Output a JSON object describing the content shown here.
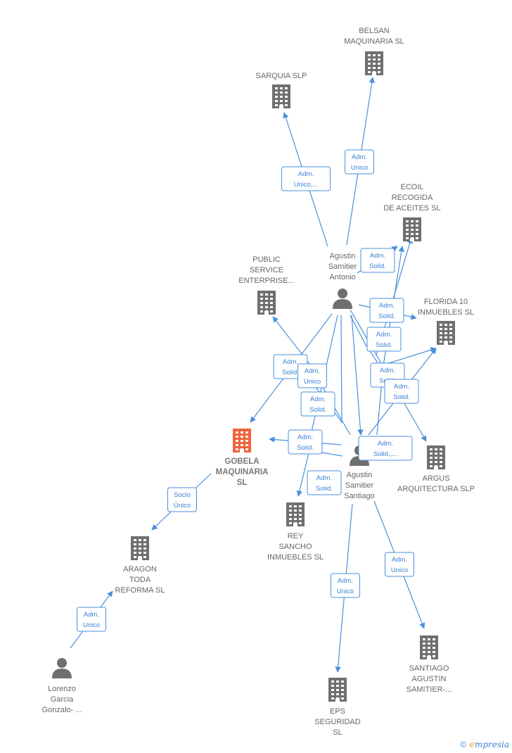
{
  "colors": {
    "edge": "#4a8fdb",
    "building": "#6f6f6f",
    "focus": "#f0623a",
    "person": "#6f6f6f",
    "badge_text": "#3b7fd4"
  },
  "nodes": [
    {
      "id": "belsan",
      "kind": "company",
      "label": [
        "BELSAN",
        "MAQUINARIA SL"
      ]
    },
    {
      "id": "sarquia",
      "kind": "company",
      "label": [
        "SARQUIA SLP"
      ]
    },
    {
      "id": "ecoil",
      "kind": "company",
      "label": [
        "ECOIL",
        "RECOGIDA",
        "DE ACEITES SL"
      ]
    },
    {
      "id": "agustin_antonio",
      "kind": "person",
      "label": [
        "Agustin",
        "Samitier",
        "Antonio"
      ]
    },
    {
      "id": "public_service",
      "kind": "company",
      "label": [
        "PUBLIC",
        "SERVICE",
        "ENTERPRISE..."
      ]
    },
    {
      "id": "florida10",
      "kind": "company",
      "label": [
        "FLORIDA 10",
        "INMUEBLES SL"
      ]
    },
    {
      "id": "gobela",
      "kind": "company",
      "focus": true,
      "label": [
        "GOBELA",
        "MAQUINARIA",
        "SL"
      ]
    },
    {
      "id": "agustin_santiago",
      "kind": "person",
      "label": [
        "Agustin",
        "Samitier",
        "Santiago"
      ]
    },
    {
      "id": "argus",
      "kind": "company",
      "label": [
        "ARGUS",
        "ARQUITECTURA SLP"
      ]
    },
    {
      "id": "rey_sancho",
      "kind": "company",
      "label": [
        "REY",
        "SANCHO",
        "INMUEBLES SL"
      ]
    },
    {
      "id": "aragon",
      "kind": "company",
      "label": [
        "ARAGON",
        "TODA",
        "REFORMA  SL"
      ]
    },
    {
      "id": "lorenzo",
      "kind": "person",
      "label": [
        "Lorenzo",
        "Garcia",
        "Gonzalo- ..."
      ]
    },
    {
      "id": "santiago_agustin",
      "kind": "company",
      "label": [
        "SANTIAGO",
        "AGUSTIN",
        "SAMITIER-..."
      ]
    },
    {
      "id": "eps",
      "kind": "company",
      "label": [
        "EPS",
        "SEGURIDAD",
        "SL"
      ]
    }
  ],
  "edges": [
    {
      "id": "e1",
      "label": [
        "Adm.",
        "Unico"
      ]
    },
    {
      "id": "e2",
      "label": [
        "Adm.",
        "Unico,..."
      ]
    },
    {
      "id": "e3",
      "label": [
        "Adm.",
        "Solid."
      ]
    },
    {
      "id": "e4",
      "label": [
        "Adm.",
        "Solid."
      ]
    },
    {
      "id": "e5",
      "label": [
        "Adm.",
        "Solid."
      ]
    },
    {
      "id": "e6",
      "label": [
        "Adm.",
        "Solid."
      ]
    },
    {
      "id": "e7",
      "label": [
        "Adm.",
        "Unico"
      ]
    },
    {
      "id": "e8",
      "label": [
        "Adm.",
        "Solid."
      ]
    },
    {
      "id": "e9",
      "label": [
        "Adm.",
        "Solid."
      ]
    },
    {
      "id": "e10",
      "label": [
        "Adm.",
        "Solid."
      ]
    },
    {
      "id": "e11",
      "label": [
        "Adm.",
        "Solid.,..."
      ]
    },
    {
      "id": "e12",
      "label": [
        "Adm.",
        "Solid."
      ]
    },
    {
      "id": "e13",
      "label": [
        "Adm.",
        "Solid."
      ]
    },
    {
      "id": "e14",
      "label": [
        "Adm.",
        "Unico"
      ]
    },
    {
      "id": "e15",
      "label": [
        "Adm.",
        "Unico"
      ]
    },
    {
      "id": "e16",
      "label": [
        "Socio",
        "Único"
      ]
    },
    {
      "id": "e17",
      "label": [
        "Adm.",
        "Unico"
      ]
    }
  ],
  "brand": {
    "copyright": "©",
    "first_letter": "e",
    "rest": "mpresia"
  }
}
